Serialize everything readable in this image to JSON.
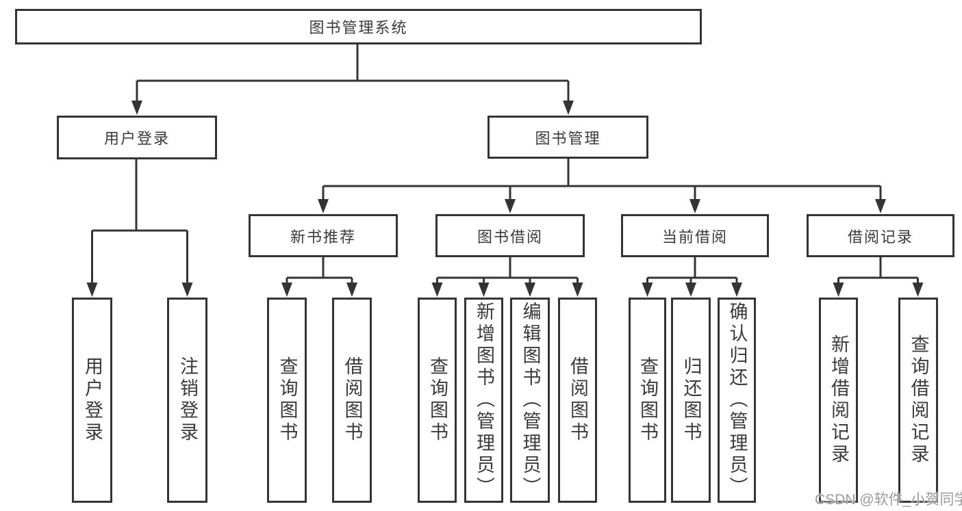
{
  "diagram": {
    "title": "图书管理系统",
    "level2": {
      "user_login": "用户登录",
      "book_mgmt": "图书管理"
    },
    "level3": {
      "new_books": "新书推荐",
      "book_borrow": "图书借阅",
      "current_borrow": "当前借阅",
      "borrow_records": "借阅记录"
    },
    "leaves": {
      "user_login": {
        "login": "用户登录",
        "logout": "注销登录"
      },
      "new_books": {
        "query": "查询图书",
        "borrow": "借阅图书"
      },
      "book_borrow": {
        "query": "查询图书",
        "add": "新增图书（管理员）",
        "edit": "编辑图书（管理员）",
        "borrow": "借阅图书"
      },
      "current_borrow": {
        "query": "查询图书",
        "return": "归还图书",
        "confirm_return": "确认归还（管理员）"
      },
      "borrow_records": {
        "add": "新增借阅记录",
        "query": "查询借阅记录"
      }
    }
  },
  "watermark": "CSDN @软件_小贺同学",
  "colors": {
    "line": "#343434",
    "text": "#3a3a3a",
    "watermark": "#9b9b9b",
    "background": "#ffffff"
  }
}
